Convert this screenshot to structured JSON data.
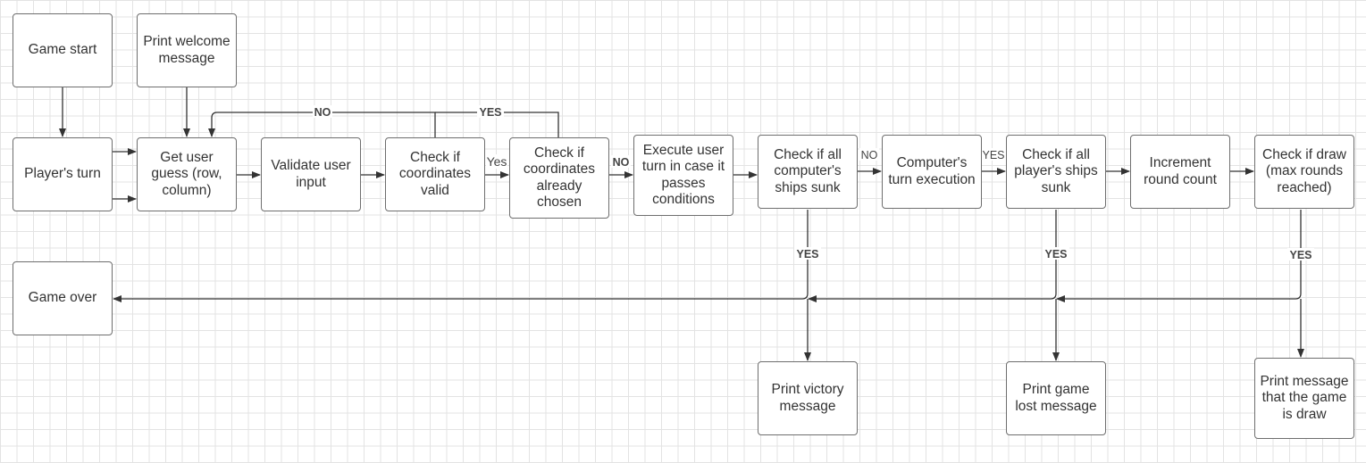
{
  "nodes": {
    "game_start": "Game start",
    "print_welcome": "Print welcome message",
    "players_turn": "Player's turn",
    "get_user_guess": "Get user guess (row, column)",
    "validate_input": "Validate user input",
    "check_coords_valid": "Check if coordinates valid",
    "check_already_chosen": "Check if coordinates already chosen",
    "execute_user_turn": "Execute user turn in case it passes conditions",
    "check_computer_sunk": "Check if all computer's ships sunk",
    "computer_turn": "Computer's turn execution",
    "check_player_sunk": "Check if all player's ships sunk",
    "increment_round": "Increment round count",
    "check_draw": "Check if draw (max rounds reached)",
    "game_over": "Game over",
    "print_victory": "Print victory message",
    "print_lost": "Print game lost message",
    "print_draw": "Print message that the game is draw"
  },
  "edge_labels": {
    "no_back": "NO",
    "yes_back": "YES",
    "yes_valid": "Yes",
    "no_chosen": "NO",
    "no_computer_sunk": "NO",
    "yes_player_sunk": "YES",
    "yes_computer_sunk": "YES",
    "yes_player_sunk_down": "YES",
    "yes_draw": "YES"
  },
  "colors": {
    "grid": "#e3e3e3",
    "line": "#333333",
    "node_border": "#6e6e6e",
    "text": "#333333"
  }
}
